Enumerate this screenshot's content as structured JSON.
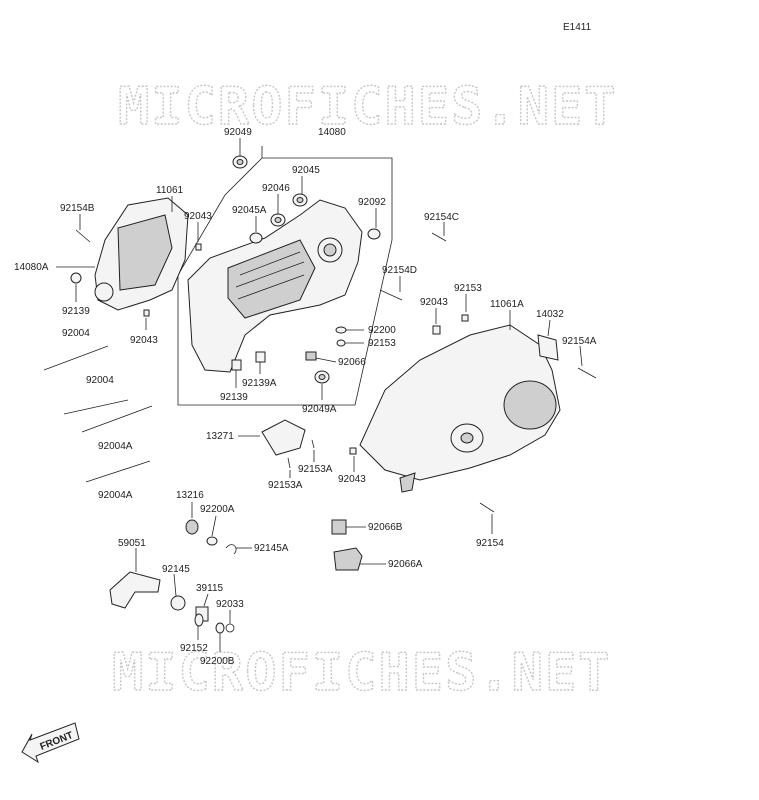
{
  "diagram_code": "E1411",
  "watermark_text": "MICROFICHES.NET",
  "front_label": "FRONT",
  "labels": {
    "p14080": "14080",
    "p92049": "92049",
    "p92045": "92045",
    "p92046": "92046",
    "p92045A": "92045A",
    "p92092": "92092",
    "p11061": "11061",
    "p92043_top": "92043",
    "p92154B": "92154B",
    "p14080A": "14080A",
    "p92139": "92139",
    "p92004_top": "92004",
    "p92043_left": "92043",
    "p92200": "92200",
    "p92153_mid": "92153",
    "p92066": "92066",
    "p92139A": "92139A",
    "p92139_low": "92139",
    "p92049A": "92049A",
    "p92154C": "92154C",
    "p92154D": "92154D",
    "p92153_right": "92153",
    "p92043_right": "92043",
    "p11061A": "11061A",
    "p14032": "14032",
    "p92154A": "92154A",
    "p92004_mid": "92004",
    "p92004A_1": "92004A",
    "p92004A_2": "92004A",
    "p13271": "13271",
    "p92153A_1": "92153A",
    "p92153A_2": "92153A",
    "p92043_low": "92043",
    "p13216": "13216",
    "p92200A": "92200A",
    "p92145A": "92145A",
    "p59051": "59051",
    "p92145": "92145",
    "p39115": "39115",
    "p92033": "92033",
    "p92152": "92152",
    "p92200B": "92200B",
    "p92066B": "92066B",
    "p92066A": "92066A",
    "p92154": "92154"
  }
}
